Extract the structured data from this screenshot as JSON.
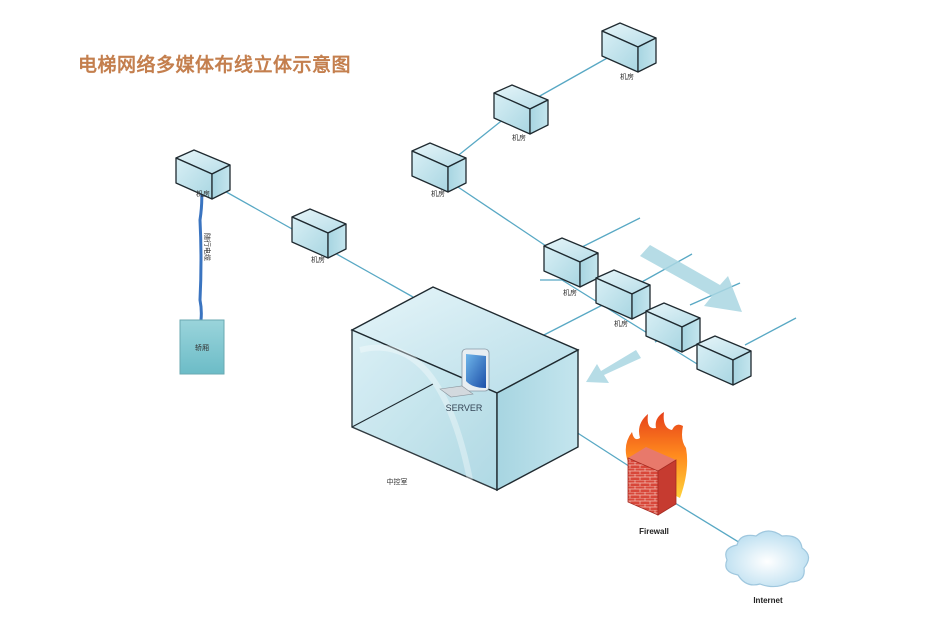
{
  "title": "电梯网络多媒体布线立体示意图",
  "colors": {
    "title": "#c47f4e",
    "cable": "#58a8c4",
    "box_top": "#cde8ef",
    "box_front": "#b3dce7",
    "box_side": "#9ccfdc",
    "elevator_car": "#7fc6cf",
    "traveling_cable": "#3a74c0",
    "arrow": "#a9d6e2"
  },
  "nodes": {
    "machine_room_label": "机房",
    "machine_room_count": 9,
    "elevator_car_label": "轿厢",
    "traveling_cable_label": "随行电缆",
    "control_room_label": "中控室",
    "server_label": "SERVER",
    "firewall_label": "Firewall",
    "internet_label": "Internet"
  }
}
